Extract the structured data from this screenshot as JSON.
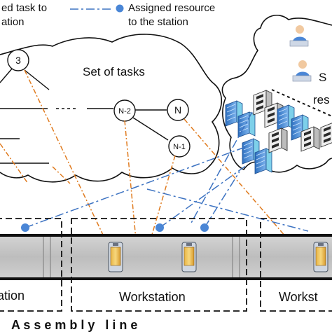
{
  "legend": {
    "assigned_task_line1": "ed task to",
    "assigned_task_line2": "ation",
    "assigned_resource_line1": "Assigned resource",
    "assigned_resource_line2": "to the station",
    "task_line_color": "#e07b1f",
    "resource_line_color": "#3d73c2",
    "resource_dot_color": "#4a86d6"
  },
  "tasks": {
    "title": "Set of tasks",
    "nodes": {
      "n3": "3",
      "n_minus_2": "N-2",
      "n": "N",
      "n_minus_1": "N-1"
    }
  },
  "resources": {
    "title_line1": "S",
    "title_line2": "res"
  },
  "stations": {
    "left_label": "ation",
    "middle_label": "Workstation",
    "right_label": "Workst"
  },
  "assembly_line": {
    "label": "A s s e m b l y   l i n e"
  }
}
